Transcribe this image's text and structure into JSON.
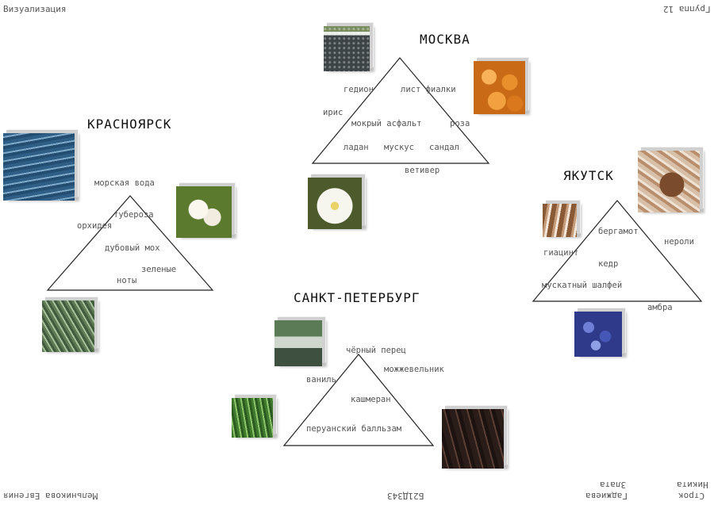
{
  "header": {
    "top_left": "Визуализация",
    "top_right": "Группа 12"
  },
  "footer": {
    "left": "Мельникова Евгения",
    "center": "Б21Д343",
    "right_1_line1": "Злата",
    "right_1_line2": "Гаджиева",
    "right_2_line1": "Никита",
    "right_2_line2": "Строк"
  },
  "cities": {
    "moscow": {
      "name": "МОСКВА",
      "notes": {
        "gedion": "гедион",
        "violet_leaf": "лист фиалки",
        "iris": "ирис",
        "wet_asphalt": "мокрый асфальт",
        "rose": "роза",
        "labdanum": "ладан",
        "musk": "мускус",
        "sandal": "сандал",
        "vetiver": "ветивер"
      },
      "photos": [
        "wet-asphalt-photo",
        "resin-photo",
        "magnolia-photo"
      ]
    },
    "krasnoyarsk": {
      "name": "КРАСНОЯРСК",
      "notes": {
        "sea_water": "морская вода",
        "tuberose": "тубероза",
        "orchid": "орхидея",
        "oakmoss": "дубовый мох",
        "green_1": "зеленые",
        "green_2": "ноты"
      },
      "photos": [
        "sea-photo",
        "tuberose-photo",
        "moss-photo"
      ]
    },
    "yakutsk": {
      "name": "ЯКУТСК",
      "notes": {
        "bergamot": "бергамот",
        "neroli": "нероли",
        "hyacinth": "гиацинт",
        "cedar": "кедр",
        "clary_sage": "мускатный шалфей",
        "amber": "амбра"
      },
      "photos": [
        "cedar-photo",
        "bark-photo",
        "hyacinth-photo"
      ]
    },
    "spb": {
      "name": "САНКТ-ПЕТЕРБУРГ",
      "notes": {
        "black_pepper": "чёрный перец",
        "juniper": "можжевельник",
        "vanilla": "ваниль",
        "cashmeran": "кашмеран",
        "peru_balsam": "перуанский балльзам"
      },
      "photos": [
        "rain-photo",
        "juniper-photo",
        "vanilla-photo"
      ]
    }
  }
}
